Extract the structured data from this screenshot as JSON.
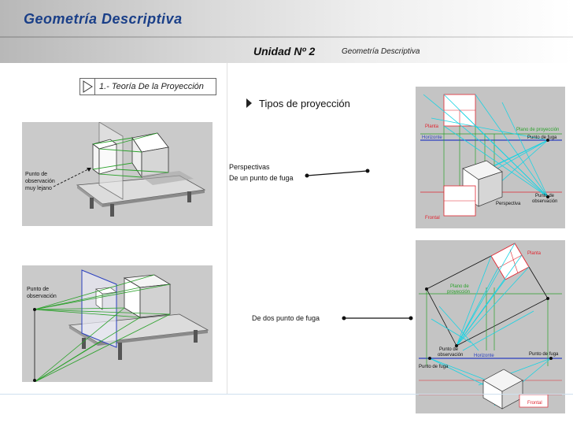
{
  "header": {
    "title": "Geometría Descriptiva",
    "unit": "Unidad Nº 2",
    "unit_subtitle": "Geometría Descriptiva"
  },
  "nav": {
    "label": "1.- Teoría De la Proyección",
    "icon": "play-triangle-icon"
  },
  "section": {
    "title": "Tipos de proyección"
  },
  "labels": {
    "perspectivas": "Perspectivas",
    "un_punto": "De un punto de fuga",
    "dos_punto": "De dos punto de fuga"
  },
  "figure1": {
    "label_observer": "Punto de\nobservación\nmuy lejano"
  },
  "figure2": {
    "label_observer": "Punto de\nobservación"
  },
  "figure3": {
    "planta": "Planta",
    "plano": "Plano de proyección",
    "horizonte": "Horizonte",
    "punto_fuga": "Punto de fuga",
    "perspectiva": "Perspectiva",
    "punto_obs": "Punto de\nobservación",
    "frontal": "Frontal"
  },
  "figure4": {
    "planta": "Planta",
    "plano": "Plano de\nproyección",
    "horizonte": "Horizonte",
    "punto_fuga_left": "Punto de fuga",
    "punto_fuga_right": "Punto de fuga",
    "punto_obs": "Punto de\nobservación",
    "frontal": "Frontal"
  },
  "colors": {
    "title": "#1a3f88",
    "cyan": "#19d3e3",
    "green": "#2aa12a",
    "red": "#e0242f",
    "blue": "#2a3fbf"
  }
}
